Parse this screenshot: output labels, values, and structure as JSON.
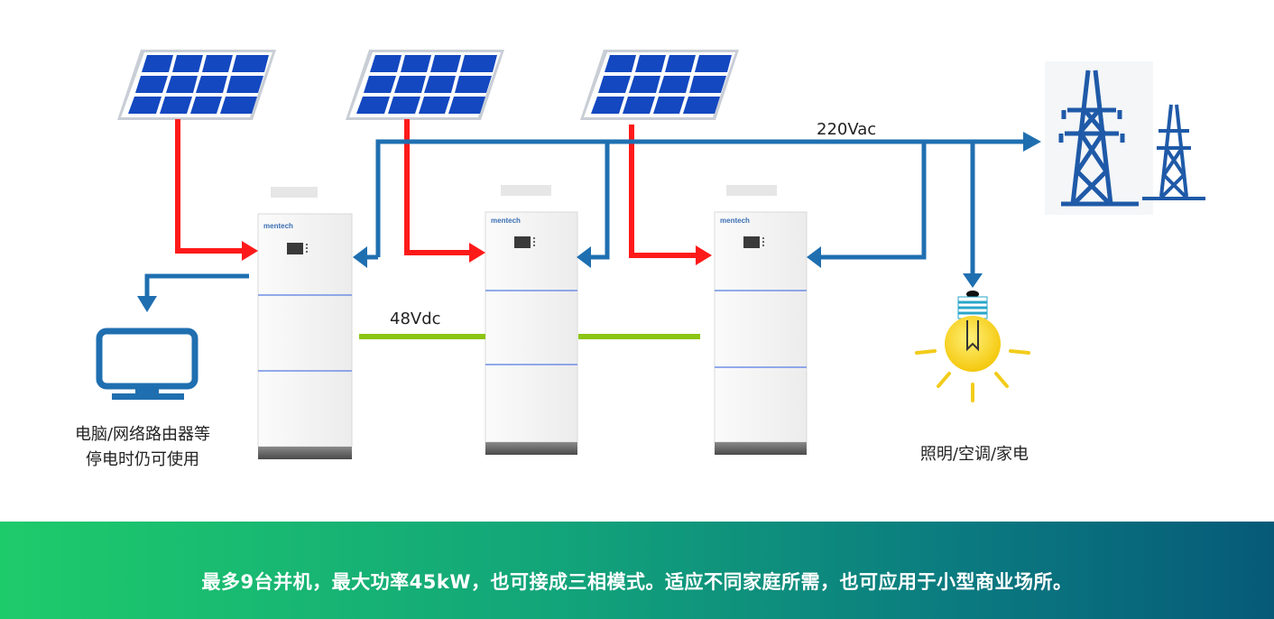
{
  "labels": {
    "ac_bus": "220Vac",
    "dc_bus": "48Vdc",
    "computer_caption_line1": "电脑/网络路由器等",
    "computer_caption_line2": "停电时仍可使用",
    "appliance_caption": "照明/空调/家电"
  },
  "inverters": [
    {
      "brand": "mentech"
    },
    {
      "brand": "mentech"
    },
    {
      "brand": "mentech"
    }
  ],
  "footer": {
    "text": "最多9台并机，最大功率45kW，也可接成三相模式。适应不同家庭所需，也可应用于小型商业场所。"
  },
  "colors": {
    "pv_line": "#ff1a1a",
    "ac_line": "#1f6fb0",
    "dc_line": "#8cc414",
    "panel_cell": "#1348c0",
    "tower": "#1f5aa8",
    "bulb": "#f7d21a"
  },
  "icons": [
    "solar-panel-icon",
    "inverter-battery-icon",
    "monitor-icon",
    "light-bulb-icon",
    "power-tower-icon"
  ]
}
